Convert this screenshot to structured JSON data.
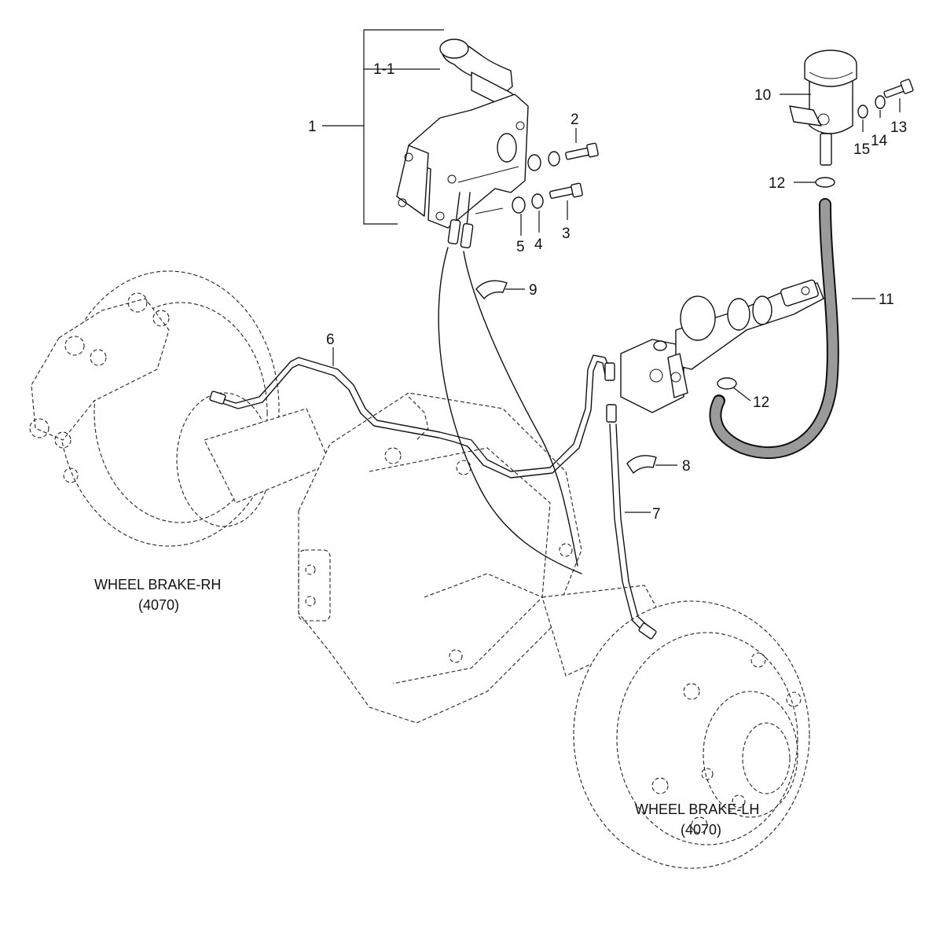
{
  "callouts": {
    "c1": "1",
    "c1_1": "1-1",
    "c2": "2",
    "c3": "3",
    "c4": "4",
    "c5": "5",
    "c6": "6",
    "c7": "7",
    "c8": "8",
    "c9": "9",
    "c10": "10",
    "c11": "11",
    "c12a": "12",
    "c12b": "12",
    "c13": "13",
    "c14": "14",
    "c15": "15"
  },
  "captions": {
    "rh_title": "WHEEL BRAKE-RH",
    "rh_ref": "(4070)",
    "lh_title": "WHEEL BRAKE-LH",
    "lh_ref": "(4070)"
  }
}
